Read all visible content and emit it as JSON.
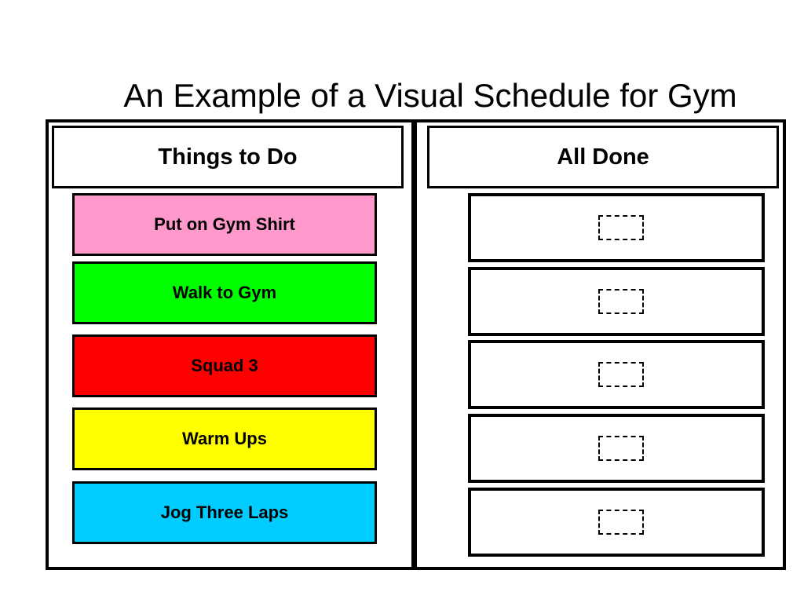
{
  "title": "An Example of a Visual Schedule for Gym",
  "columns": {
    "todo_header": "Things to Do",
    "done_header": "All Done"
  },
  "tasks": [
    {
      "label": "Put on Gym Shirt",
      "color": "#ff99cc"
    },
    {
      "label": "Walk to Gym",
      "color": "#00ff00"
    },
    {
      "label": "Squad 3",
      "color": "#ff0000"
    },
    {
      "label": "Warm Ups",
      "color": "#ffff00"
    },
    {
      "label": "Jog Three Laps",
      "color": "#00ccff"
    }
  ]
}
